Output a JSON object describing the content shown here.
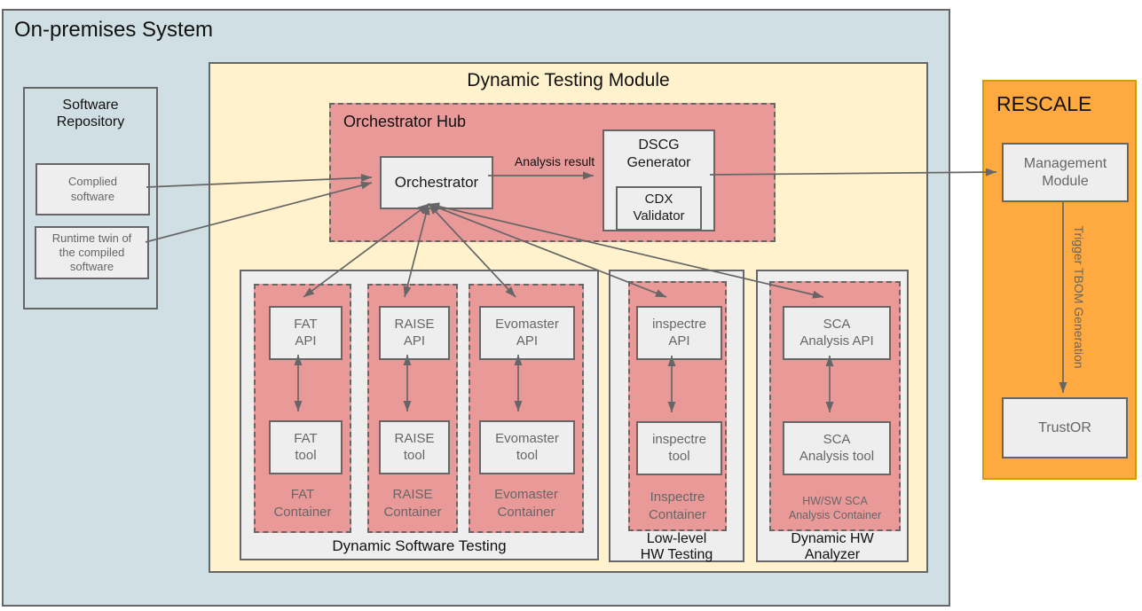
{
  "palette": {
    "outer_bg": "#d0dfe3",
    "module_bg": "#fff2cc",
    "container_bg": "#ea9999",
    "node_bg": "#eeeeee",
    "rescale_bg": "#ffaa40",
    "rescale_border": "#d79b00",
    "line": "#666666"
  },
  "on_premises": {
    "title": "On-premises System",
    "software_repository": {
      "title": "Software\nRepository",
      "complied_software": "Complied\nsoftware",
      "runtime_twin": "Runtime twin of\nthe compiled\nsoftware"
    },
    "dynamic_testing_module": {
      "title": "Dynamic Testing Module",
      "orchestrator_hub": {
        "title": "Orchestrator Hub",
        "orchestrator": "Orchestrator",
        "analysis_result": "Analysis result",
        "dscg_generator": "DSCG\nGenerator",
        "cdx_validator": "CDX\nValidator"
      },
      "dynamic_software_testing": {
        "title": "Dynamic Software Testing",
        "containers": [
          {
            "api": "FAT\nAPI",
            "tool": "FAT\ntool",
            "name": "FAT\nContainer"
          },
          {
            "api": "RAISE\nAPI",
            "tool": "RAISE\ntool",
            "name": "RAISE\nContainer"
          },
          {
            "api": "Evomaster\nAPI",
            "tool": "Evomaster\ntool",
            "name": "Evomaster\nContainer"
          }
        ]
      },
      "low_level_hw_testing": {
        "title": "Low-level\nHW Testing",
        "container": {
          "api": "inspectre\nAPI",
          "tool": "inspectre\ntool",
          "name": "Inspectre\nContainer"
        }
      },
      "dynamic_hw_analyzer": {
        "title": "Dynamic HW\nAnalyzer",
        "container": {
          "api": "SCA\nAnalysis API",
          "tool": "SCA\nAnalysis tool",
          "name": "HW/SW SCA\nAnalysis Container"
        }
      }
    }
  },
  "rescale": {
    "title": "RESCALE",
    "management_module": "Management\nModule",
    "trustor": "TrustOR",
    "trigger_label": "Trigger TBOM Generation"
  }
}
